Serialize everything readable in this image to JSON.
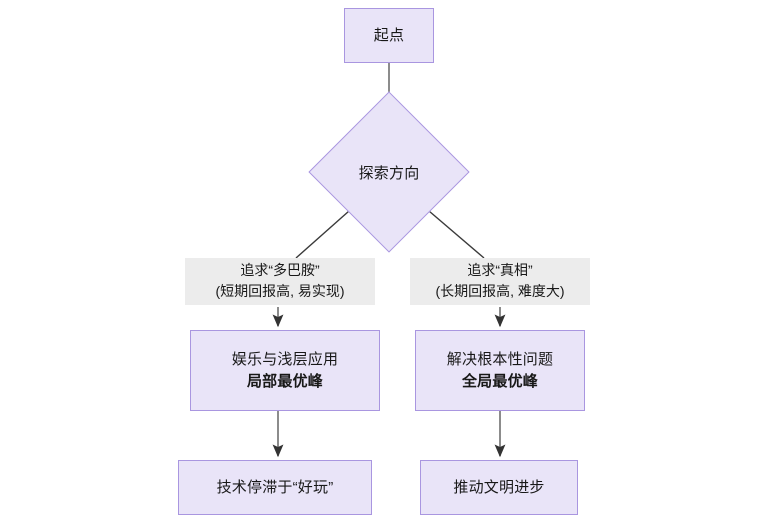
{
  "diagram": {
    "type": "flowchart",
    "direction": "top-down",
    "background_color": "#ffffff",
    "node_fill": "#e9e4f8",
    "node_border": "#a996e0",
    "edge_color": "#707070",
    "edge_label_background": "#ececec",
    "text_color": "#181818",
    "nodes": {
      "start": {
        "label": "起点",
        "shape": "rect"
      },
      "decision": {
        "label": "探索方向",
        "shape": "diamond"
      },
      "local_optimum": {
        "shape": "rect",
        "line1": "娱乐与浅层应用",
        "line2": "局部最优峰"
      },
      "global_optimum": {
        "shape": "rect",
        "line1": "解决根本性问题",
        "line2": "全局最优峰"
      },
      "stagnation": {
        "label": "技术停滞于“好玩”",
        "shape": "rect"
      },
      "civilization": {
        "label": "推动文明进步",
        "shape": "rect"
      }
    },
    "edge_labels": {
      "left": {
        "line1": "追求“多巴胺”",
        "line2": "(短期回报高, 易实现)"
      },
      "right": {
        "line1": "追求“真相”",
        "line2": "(长期回报高, 难度大)"
      }
    }
  }
}
